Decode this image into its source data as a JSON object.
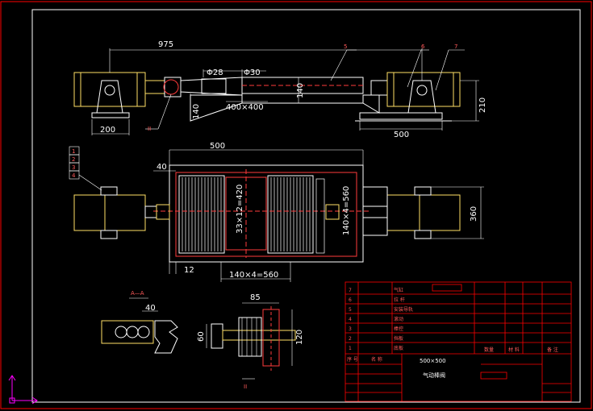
{
  "drawing": {
    "title_name": "气动棒阀",
    "title_spec": "500×500",
    "section_label": "A—A",
    "detail_label": "II",
    "detail_label_top": "II"
  },
  "dimensions": {
    "overall_length": "975",
    "dia_28": "Φ28",
    "dia_30": "Φ30",
    "h_140": "140",
    "h_140b": "140",
    "port_400": "400×400",
    "base_200": "200",
    "base_500": "500",
    "height_210": "210",
    "plan_500": "500",
    "plan_40": "40",
    "plan_360": "360",
    "plan_12": "12",
    "pitch_vertical": "33×12=420",
    "pitch_right": "140×4=560",
    "pitch_bottom": "140×4=560",
    "sec_40": "40",
    "det_85": "85",
    "det_60": "60",
    "det_120": "120"
  },
  "balloons": {
    "b1": "1",
    "b2": "2",
    "b3": "3",
    "b4": "4",
    "b5": "5",
    "b6": "6",
    "b7": "7"
  },
  "parts_list": {
    "rows": [
      {
        "no": "7",
        "name": "气缸"
      },
      {
        "no": "6",
        "name": "拉  杆"
      },
      {
        "no": "5",
        "name": "安装导轨"
      },
      {
        "no": "4",
        "name": "滚动"
      },
      {
        "no": "3",
        "name": "棒控"
      },
      {
        "no": "2",
        "name": "挡板"
      },
      {
        "no": "1",
        "name": "底板"
      }
    ],
    "header": {
      "no": "序 号",
      "name": "名 称",
      "qty": "数量",
      "mat": "材 料",
      "note": "备 注"
    }
  },
  "colors": {
    "frame": "#ff0000",
    "line": "#ffffff",
    "accent": "#ff3b3b",
    "dim_text": "#ffffff",
    "ucs": "#ff00ff"
  }
}
